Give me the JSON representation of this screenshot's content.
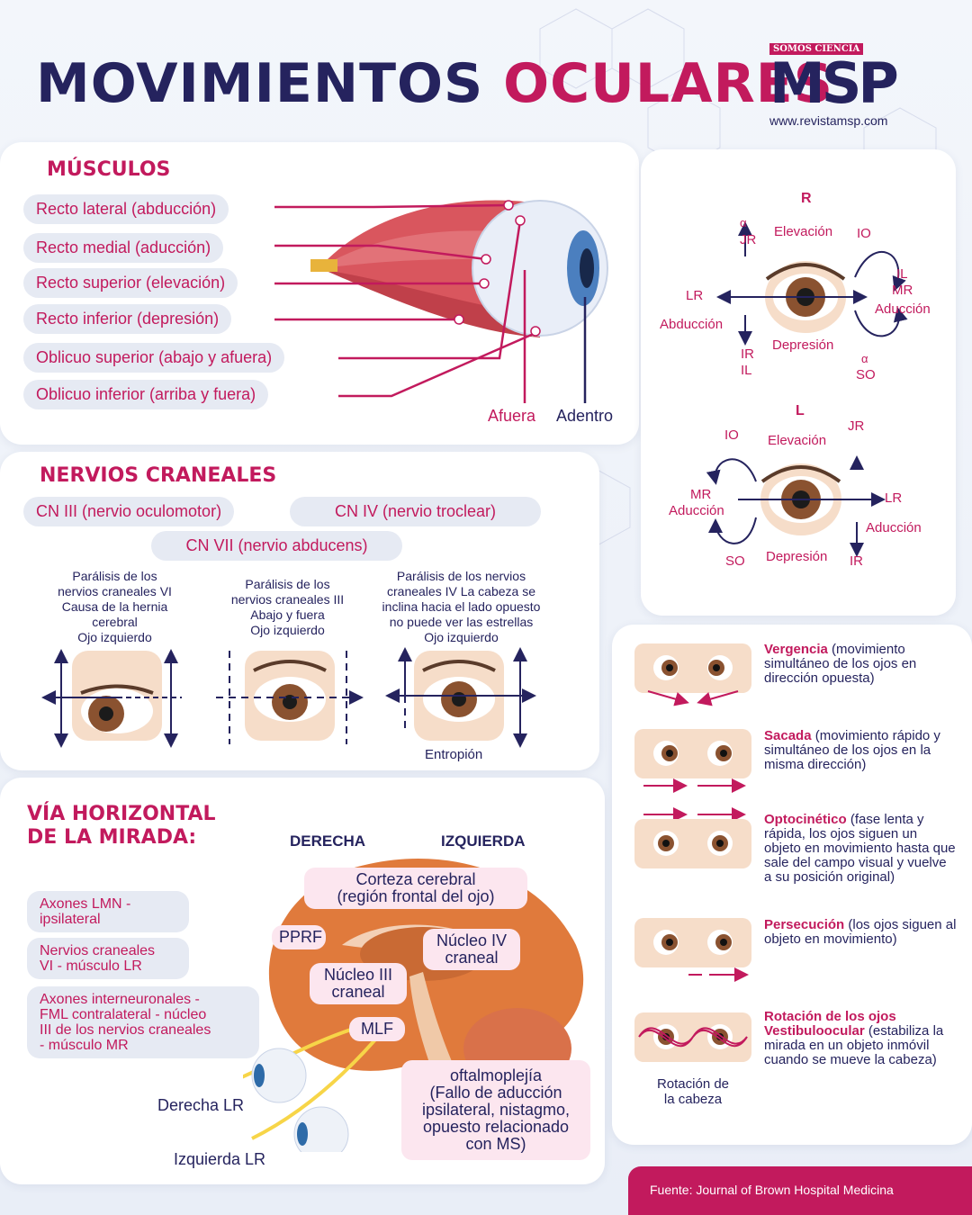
{
  "title": {
    "part1": "MOVIMIENTOS",
    "part2": "OCULARES"
  },
  "logo": {
    "tagline": "SOMOS CIENCIA",
    "brand": "MSP",
    "url": "www.revistamsp.com"
  },
  "muscles": {
    "heading": "MÚSCULOS",
    "items": [
      "Recto lateral (abducción)",
      "Recto medial (aducción)",
      "Recto superior (elevación)",
      "Recto inferior (depresión)",
      "Oblicuo superior (abajo y afuera)",
      "Oblicuo inferior (arriba y fuera)"
    ],
    "afuera": "Afuera",
    "adentro": "Adentro"
  },
  "nerves": {
    "heading": "NERVIOS CRANEALES",
    "cn3": "CN III (nervio oculomotor)",
    "cn4": "CN IV (nervio troclear)",
    "cn7": "CN VII (nervio abducens)",
    "palsy1": [
      "Parálisis de los",
      "nervios craneales VI",
      "Causa de la hernia",
      "cerebral",
      "Ojo izquierdo"
    ],
    "palsy2": [
      "Parálisis de los",
      "nervios craneales III",
      "Abajo y fuera",
      "Ojo izquierdo"
    ],
    "palsy3": [
      "Parálisis de los nervios",
      "craneales IV La cabeza se",
      "inclina hacia el lado opuesto",
      "no puede ver las estrellas",
      "Ojo izquierdo"
    ],
    "entropion": "Entropión"
  },
  "right_eye": {
    "letter": "R",
    "alpha1": "α",
    "jr": "JR",
    "elevacion": "Elevación",
    "io": "IO",
    "lr": "LR",
    "abduccion": "Abducción",
    "il": "IL",
    "mr": "MR",
    "aduccion": "Aducción",
    "ir": "IR",
    "il2": "IL",
    "depresion": "Depresión",
    "alpha2": "α",
    "so": "SO"
  },
  "left_eye": {
    "letter": "L",
    "io": "IO",
    "elevacion": "Elevación",
    "jr": "JR",
    "mr": "MR",
    "aduccion": "Aducción",
    "lr": "LR",
    "aduccion2": "Aducción",
    "so": "SO",
    "depresion": "Depresión",
    "ir": "IR"
  },
  "movements": [
    {
      "name": "Vergencia",
      "text": " (movimiento simultáneo de los ojos en dirección opuesta)"
    },
    {
      "name": "Sacada",
      "text": " (movimiento rápido y simultáneo de los ojos en la misma dirección)"
    },
    {
      "name": "Optocinético",
      "text": " (fase lenta y rápida, los ojos siguen un objeto en movimiento hasta que sale del campo visual y vuelve a su posición original)"
    },
    {
      "name": "Persecución",
      "text": " (los ojos siguen al objeto en movimiento)"
    },
    {
      "name": "Rotación de los ojos Vestibuloocular",
      "text": " (estabiliza la mirada en un objeto inmóvil cuando se mueve la cabeza)"
    }
  ],
  "head_rotation": [
    "Rotación de",
    "la cabeza"
  ],
  "pathway": {
    "heading1": "VÍA HORIZONTAL",
    "heading2": "DE LA MIRADA:",
    "derecha": "DERECHA",
    "izquierda": "IZQUIERDA",
    "axones_lmn": [
      "Axones LMN -",
      "ipsilateral"
    ],
    "nervios": [
      "Nervios craneales",
      "VI - músculo LR"
    ],
    "interneuronales": [
      "Axones interneuronales -",
      "FML contralateral - núcleo",
      "III de los nervios craneales",
      "- músculo MR"
    ],
    "corteza": [
      "Corteza cerebral",
      "(región frontal del ojo)"
    ],
    "pprf": "PPRF",
    "nucleo4": [
      "Núcleo IV",
      "craneal"
    ],
    "nucleo3": [
      "Núcleo III",
      "craneal"
    ],
    "mlf": "MLF",
    "oftalmoplejia": [
      "oftalmoplejía",
      "(Fallo de aducción",
      "ipsilateral, nistagmo,",
      "opuesto relacionado",
      "con MS)"
    ],
    "derecha_lr": "Derecha LR",
    "izquierda_lr": "Izquierda LR"
  },
  "source": "Fuente: Journal of Brown Hospital Medicina",
  "colors": {
    "navy": "#25235e",
    "magenta": "#c21a5d",
    "pill_gray": "#e6eaf3",
    "pill_pink": "#fce6ef"
  }
}
